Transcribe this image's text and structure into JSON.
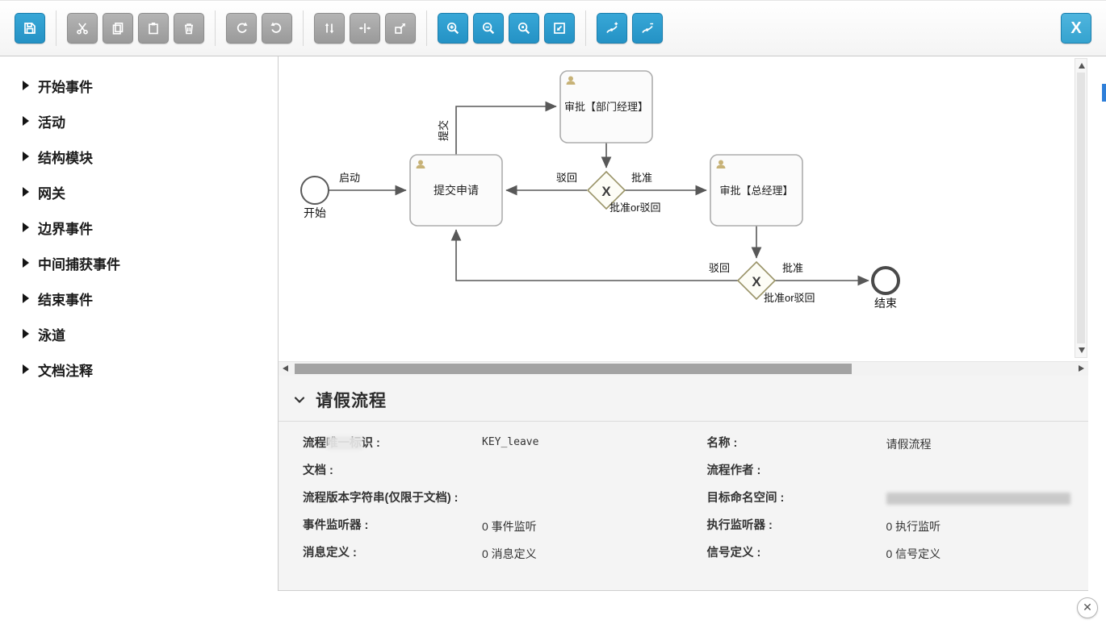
{
  "toolbar": {
    "xml_button_label": "X",
    "icons": [
      "save-icon",
      "cut-icon",
      "copy-icon",
      "paste-icon",
      "delete-icon",
      "redo-icon",
      "undo-icon",
      "swap-vertical-icon",
      "distribute-horizontal-icon",
      "resize-icon",
      "zoom-in-icon",
      "zoom-out-icon",
      "zoom-actual-icon",
      "zoom-fit-icon",
      "add-bendpoint-icon",
      "remove-bendpoint-icon",
      "xml-button"
    ]
  },
  "palette": {
    "items": [
      {
        "label": "开始事件"
      },
      {
        "label": "活动"
      },
      {
        "label": "结构模块"
      },
      {
        "label": "网关"
      },
      {
        "label": "边界事件"
      },
      {
        "label": "中间捕获事件"
      },
      {
        "label": "结束事件"
      },
      {
        "label": "泳道"
      },
      {
        "label": "文档注释"
      }
    ]
  },
  "diagram": {
    "start": {
      "label": "开始"
    },
    "end": {
      "label": "结束"
    },
    "tasks": [
      {
        "label": "提交申请"
      },
      {
        "label": "审批【部门经理】"
      },
      {
        "label": "审批【总经理】"
      }
    ],
    "gateways": [
      {
        "symbol": "X",
        "label": "批准or驳回"
      },
      {
        "symbol": "X",
        "label": "批准or驳回"
      }
    ],
    "edge_labels": {
      "start": "启动",
      "submit": "提交",
      "reject1": "驳回",
      "approve1": "批准",
      "reject2": "驳回",
      "approve2": "批准"
    }
  },
  "properties": {
    "title": "请假流程",
    "left": [
      {
        "label": "流程唯一标识 :",
        "value": "KEY_leave"
      },
      {
        "label": "文档 :",
        "value": ""
      },
      {
        "label": "流程版本字符串(仅限于文档) :",
        "value": ""
      },
      {
        "label": "事件监听器 :",
        "value": "0 事件监听"
      },
      {
        "label": "消息定义 :",
        "value": "0 消息定义"
      }
    ],
    "right": [
      {
        "label": "名称 :",
        "value": "请假流程"
      },
      {
        "label": "流程作者 :",
        "value": ""
      },
      {
        "label": "目标命名空间 :",
        "value": "",
        "masked": true
      },
      {
        "label": "执行监听器 :",
        "value": "0 执行监听"
      },
      {
        "label": "信号定义 :",
        "value": "0 信号定义"
      }
    ]
  },
  "misc": {
    "close_glyph": "✕"
  },
  "colors": {
    "accent": "#2b9fd3",
    "disabled": "#a2a2a2",
    "edge": "#585858",
    "panel_bg": "#f4f4f4"
  }
}
